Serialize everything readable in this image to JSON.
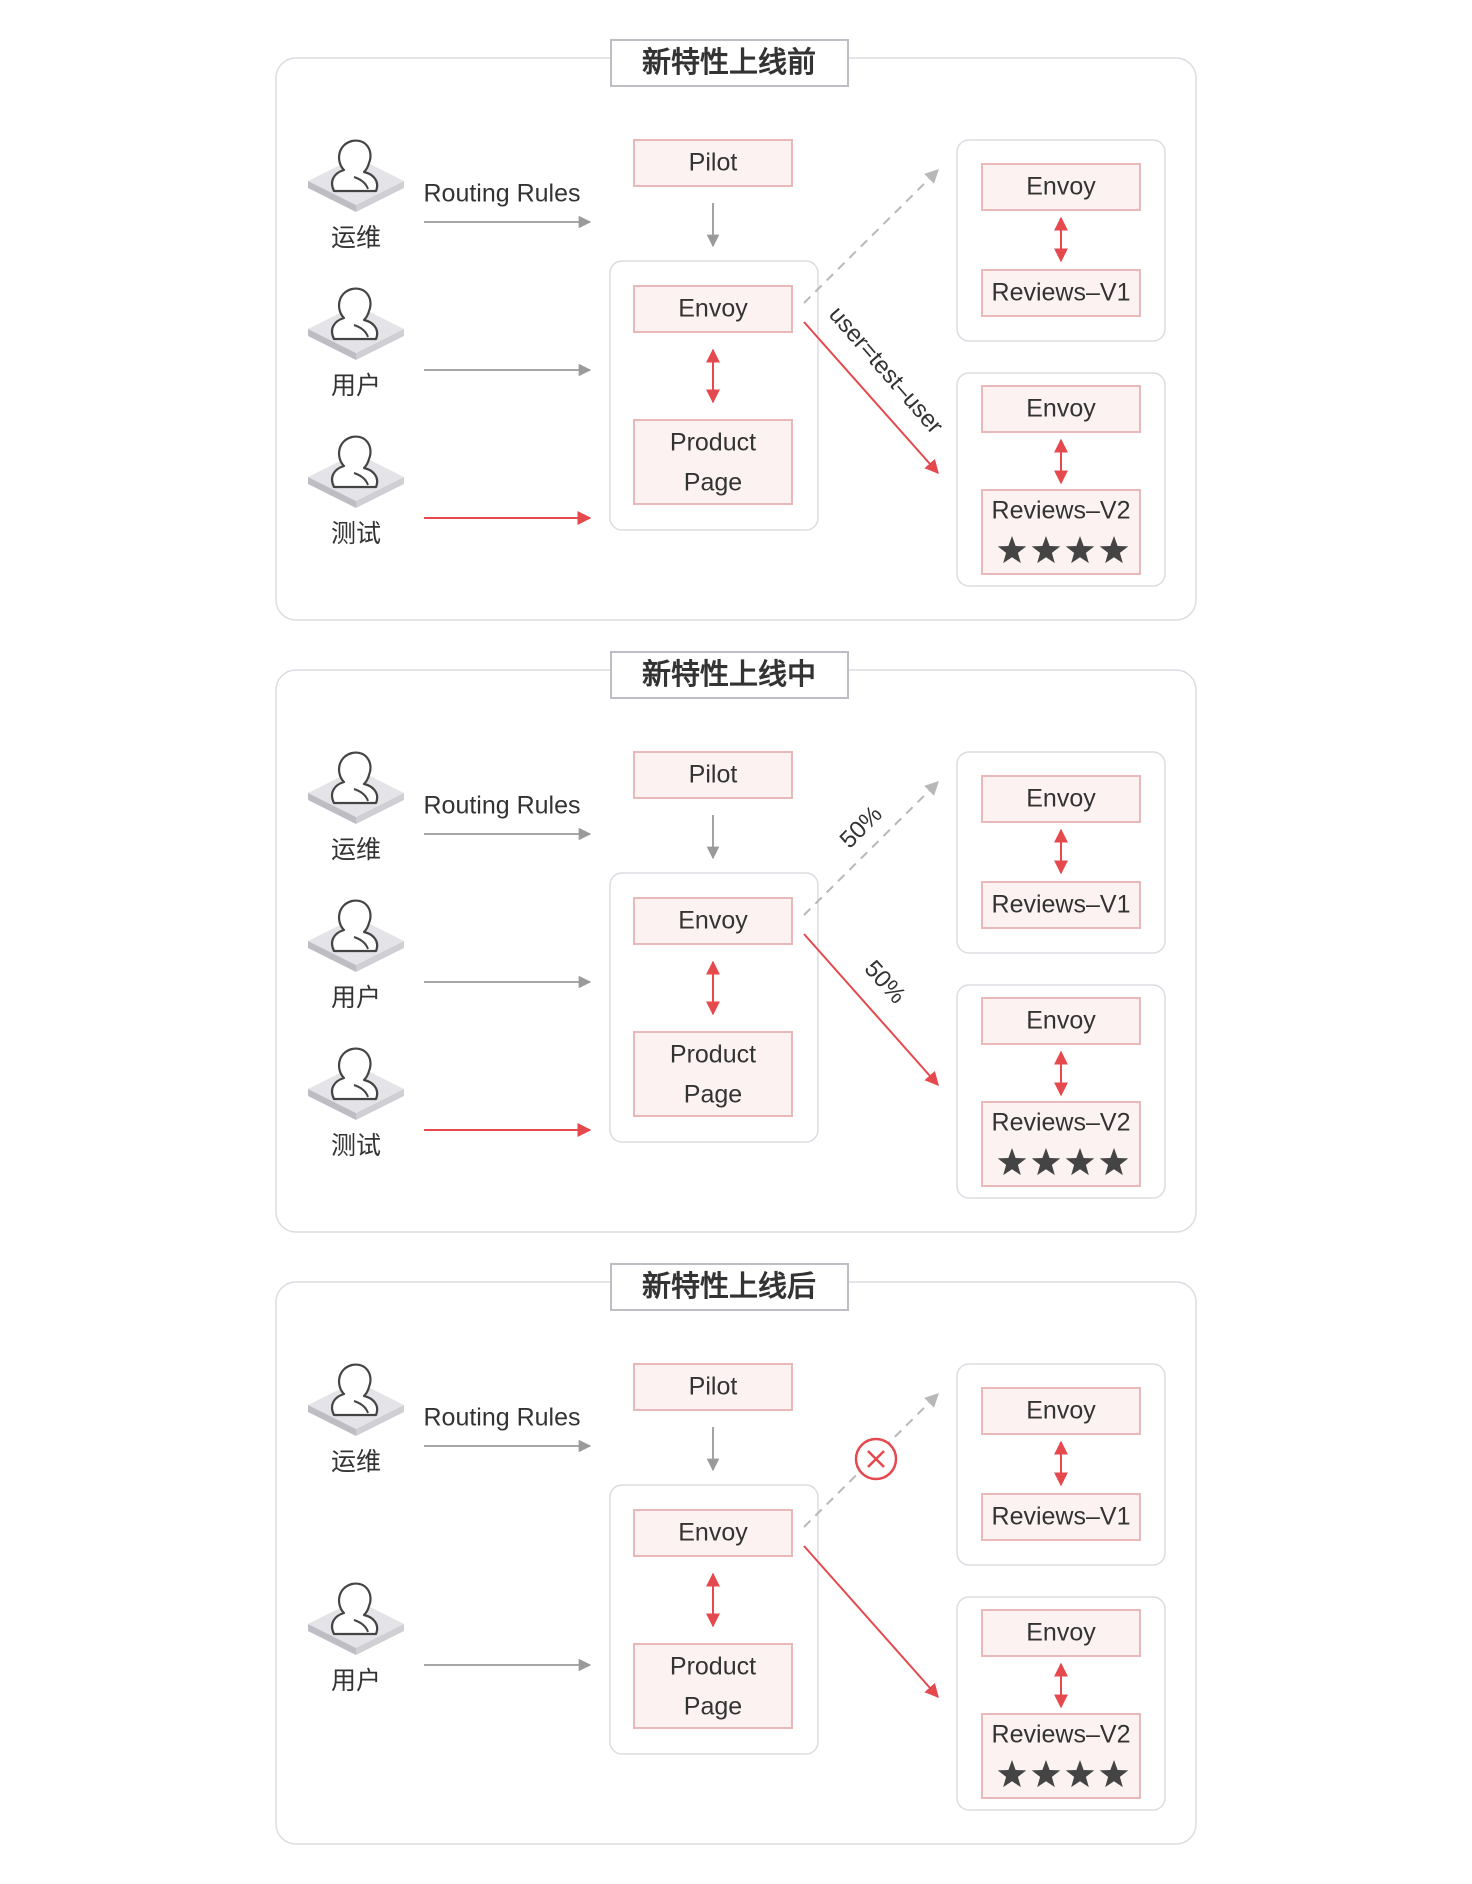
{
  "stages": [
    {
      "title": "新特性上线前",
      "routing_label": "Routing Rules",
      "users": [
        {
          "label": "运维",
          "arrow": "gray",
          "routing": true
        },
        {
          "label": "用户",
          "arrow": "gray",
          "routing": false
        },
        {
          "label": "测试",
          "arrow": "red",
          "routing": false
        }
      ],
      "pilot_label": "Pilot",
      "center_envoy_label": "Envoy",
      "product_line1": "Product",
      "product_line2": "Page",
      "v1_envoy_label": "Envoy",
      "v1_reviews_label": "Reviews–V1",
      "v2_envoy_label": "Envoy",
      "v2_reviews_label": "Reviews–V2",
      "v2_stars": 4,
      "upper_label": "",
      "lower_label": "user=test–user",
      "upper_blocked": false
    },
    {
      "title": "新特性上线中",
      "routing_label": "Routing Rules",
      "users": [
        {
          "label": "运维",
          "arrow": "gray",
          "routing": true
        },
        {
          "label": "用户",
          "arrow": "gray",
          "routing": false
        },
        {
          "label": "测试",
          "arrow": "red",
          "routing": false
        }
      ],
      "pilot_label": "Pilot",
      "center_envoy_label": "Envoy",
      "product_line1": "Product",
      "product_line2": "Page",
      "v1_envoy_label": "Envoy",
      "v1_reviews_label": "Reviews–V1",
      "v2_envoy_label": "Envoy",
      "v2_reviews_label": "Reviews–V2",
      "v2_stars": 4,
      "upper_label": "50%",
      "lower_label": "50%",
      "upper_blocked": false
    },
    {
      "title": "新特性上线后",
      "routing_label": "Routing Rules",
      "users": [
        {
          "label": "运维",
          "arrow": "gray",
          "routing": true
        },
        {
          "label": "用户",
          "arrow": "gray",
          "routing": false
        }
      ],
      "pilot_label": "Pilot",
      "center_envoy_label": "Envoy",
      "product_line1": "Product",
      "product_line2": "Page",
      "v1_envoy_label": "Envoy",
      "v1_reviews_label": "Reviews–V1",
      "v2_envoy_label": "Envoy",
      "v2_reviews_label": "Reviews–V2",
      "v2_stars": 4,
      "upper_label": "",
      "lower_label": "",
      "upper_blocked": true
    }
  ],
  "colors": {
    "accent_red": "#e5484d",
    "node_fill": "#fdf2f2",
    "node_stroke": "#e9b9b9",
    "gray_arrow": "#9a9a9a"
  }
}
